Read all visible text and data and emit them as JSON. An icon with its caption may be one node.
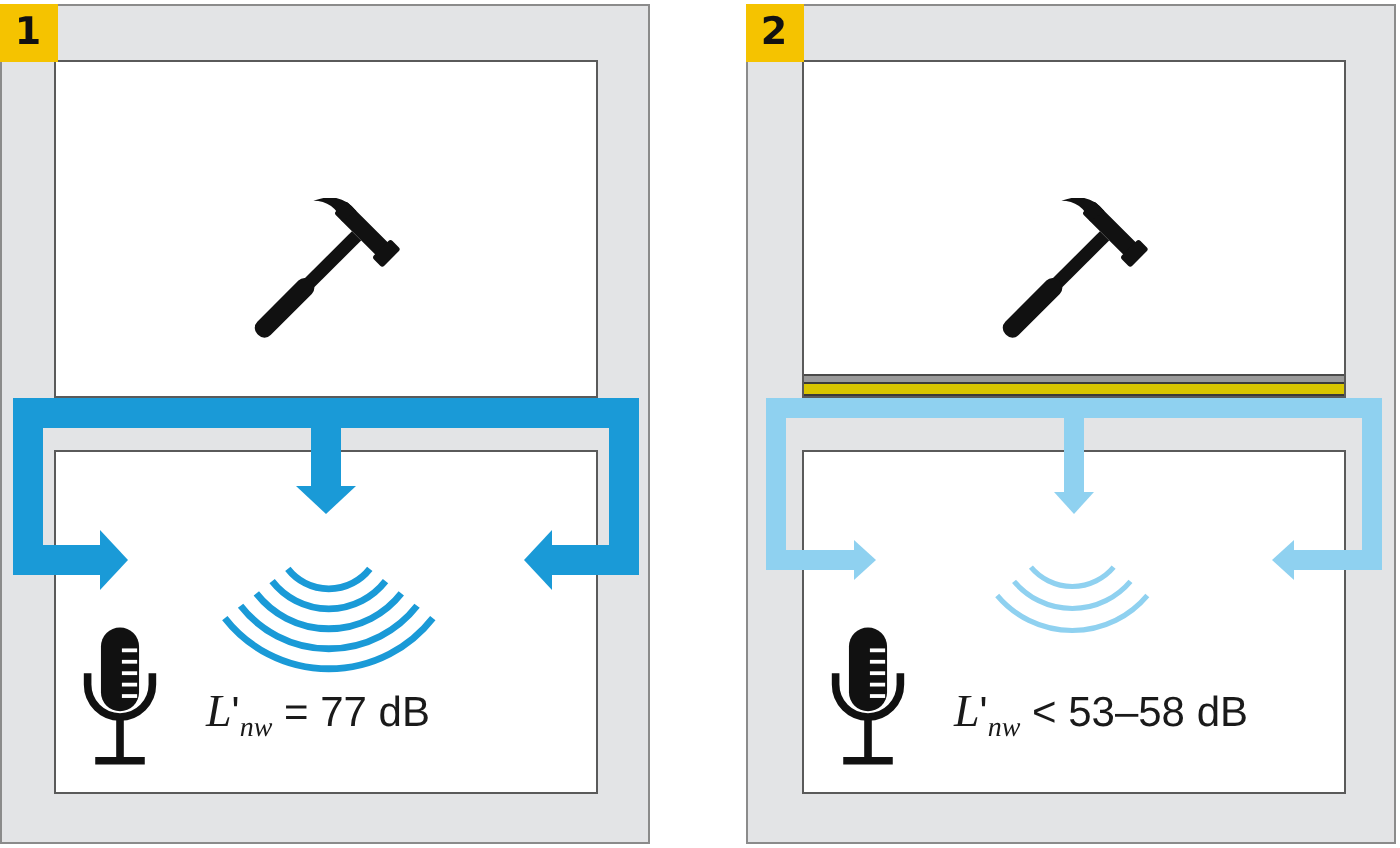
{
  "diagram": {
    "nodes": [
      {
        "text": [
          "1"
        ]
      },
      {
        "text": [],
        "shape": "box",
        "in": 0
      },
      {
        "text": [
          "*L*'$_{nw}$ = 77 dB"
        ],
        "in": 0
      },
      {
        "text": [
          "2"
        ]
      },
      {
        "text": [],
        "shape": "box",
        "in": 3
      },
      {
        "text": [
          "*L*'$_{nw}$ < 53–58 dB"
        ],
        "in": 3
      }
    ],
    "edges": [
      {
        "from": 1,
        "to": 2,
        "arrow": "to"
      },
      {
        "from": 1,
        "to": 2,
        "arrow": "to"
      },
      {
        "from": 1,
        "to": 2,
        "arrow": "to"
      },
      {
        "from": 4,
        "to": 5,
        "arrow": "to",
        "color": "#8fd1f0"
      },
      {
        "from": 4,
        "to": 5,
        "arrow": "to",
        "color": "#8fd1f0"
      },
      {
        "from": 4,
        "to": 5,
        "arrow": "to",
        "color": "#8fd1f0"
      }
    ]
  }
}
